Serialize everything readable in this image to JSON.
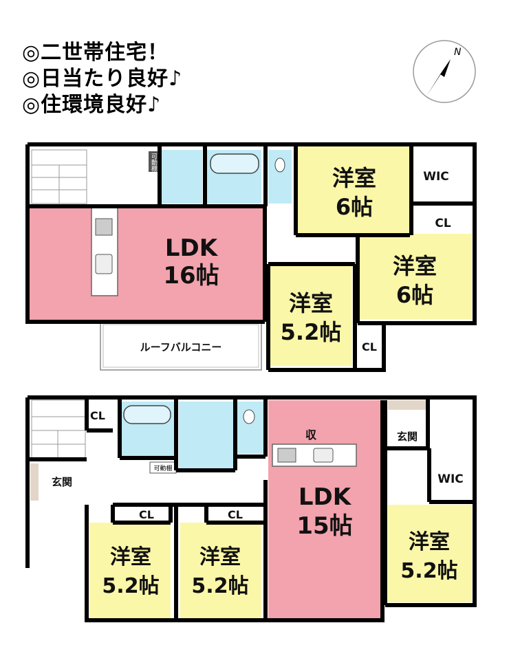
{
  "headline": {
    "line1": "◎二世帯住宅！",
    "line2": "◎日当たり良好♪",
    "line3": "◎住環境良好♪"
  },
  "compass": {
    "label": "N",
    "icon": "north-arrow-icon"
  },
  "colors": {
    "ldk": "#f2a3ad",
    "bedroom": "#fbf7a8",
    "wet": "#bfeaf6",
    "entrance": "#e2d6c8",
    "wall": "#000000"
  },
  "floor2": {
    "ldk": {
      "name": "LDK",
      "size": "16帖"
    },
    "bed_a": {
      "name": "洋室",
      "size": "6帖"
    },
    "bed_b": {
      "name": "洋室",
      "size": "6帖"
    },
    "bed_c": {
      "name": "洋室",
      "size": "5.2帖"
    },
    "wic": "WIC",
    "cl_a": "CL",
    "cl_b": "CL",
    "shelf": "可動棚",
    "balcony": "ルーフバルコニー"
  },
  "floor1": {
    "ldk": {
      "name": "LDK",
      "size": "15帖"
    },
    "storage": "収",
    "bed_a": {
      "name": "洋室",
      "size": "5.2帖"
    },
    "bed_b": {
      "name": "洋室",
      "size": "5.2帖"
    },
    "bed_c": {
      "name": "洋室",
      "size": "5.2帖"
    },
    "cl_a": "CL",
    "cl_b": "CL",
    "cl_c": "CL",
    "wic": "WIC",
    "entrance_a": "玄関",
    "entrance_b": "玄関",
    "shelf": "可動棚"
  }
}
